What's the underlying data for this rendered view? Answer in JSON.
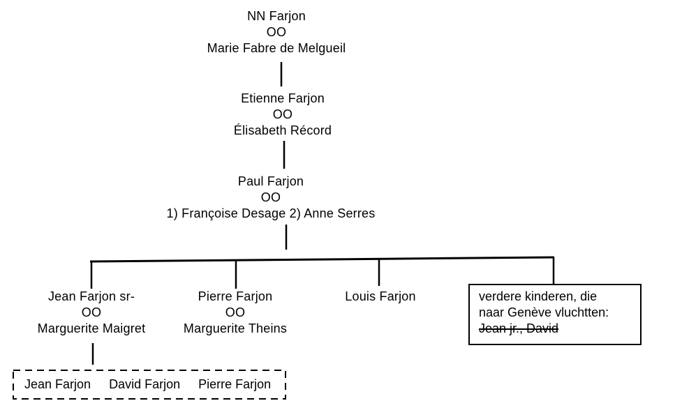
{
  "canvas": {
    "background_color": "#ffffff",
    "text_color": "#000000",
    "line_color": "#000000"
  },
  "tree": {
    "generations": [
      {
        "name": "NN Farjon",
        "marriage_symbol": "OO",
        "spouse": "Marie Fabre de Melgueil"
      },
      {
        "name": "Etienne Farjon",
        "marriage_symbol": "OO",
        "spouse": "Élisabeth Récord"
      },
      {
        "name": "Paul Farjon",
        "marriage_symbol": "OO",
        "spouse": "1) Françoise Desage 2) Anne Serres"
      }
    ],
    "children": [
      {
        "name": "Jean Farjon sr-",
        "marriage_symbol": "OO",
        "spouse": "Marguerite Maigret"
      },
      {
        "name": "Pierre Farjon",
        "marriage_symbol": "OO",
        "spouse": "Marguerite Theins"
      },
      {
        "name": "Louis Farjon"
      }
    ],
    "note_box": {
      "line1": "verdere kinderen, die",
      "line2": "naar Genève vluchtten:",
      "struck_names": "Jean jr., David"
    },
    "grandchildren_box": {
      "names": [
        "Jean Farjon",
        "David Farjon",
        "Pierre Farjon"
      ]
    }
  }
}
